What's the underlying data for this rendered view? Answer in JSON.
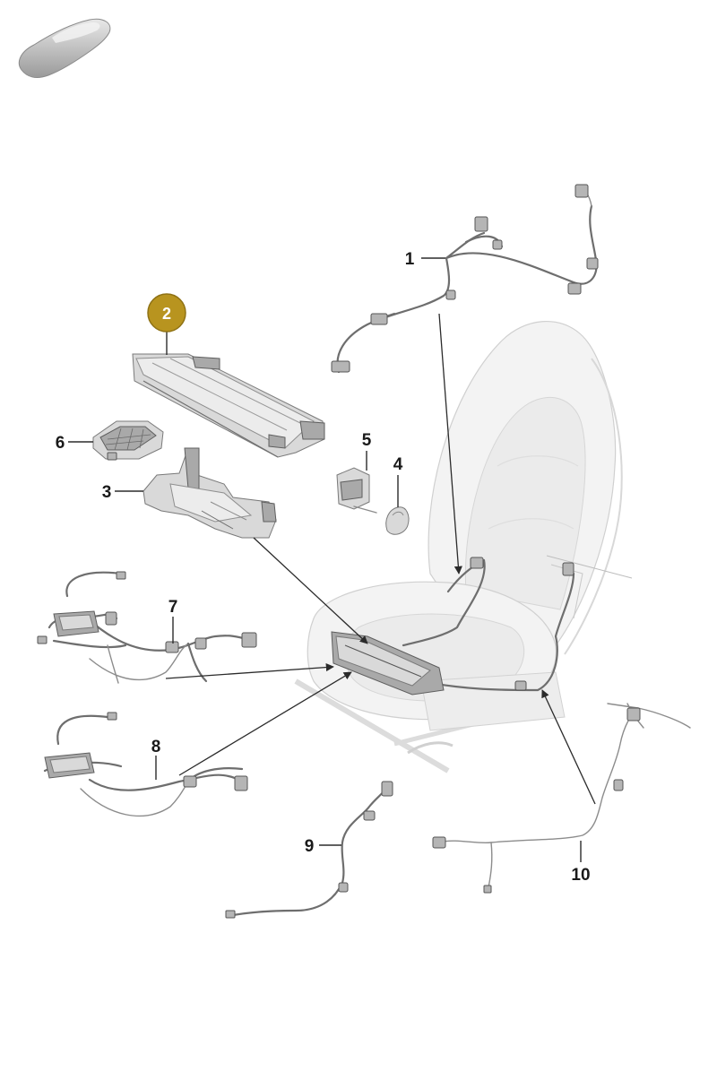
{
  "diagram": {
    "highlighted_part": "2",
    "highlight_color": "#b8941f",
    "callouts": [
      {
        "number": "1"
      },
      {
        "number": "2"
      },
      {
        "number": "3"
      },
      {
        "number": "4"
      },
      {
        "number": "5"
      },
      {
        "number": "6"
      },
      {
        "number": "7"
      },
      {
        "number": "8"
      },
      {
        "number": "9"
      },
      {
        "number": "10"
      }
    ]
  },
  "icons": {
    "vehicle": "car-silhouette-icon"
  }
}
